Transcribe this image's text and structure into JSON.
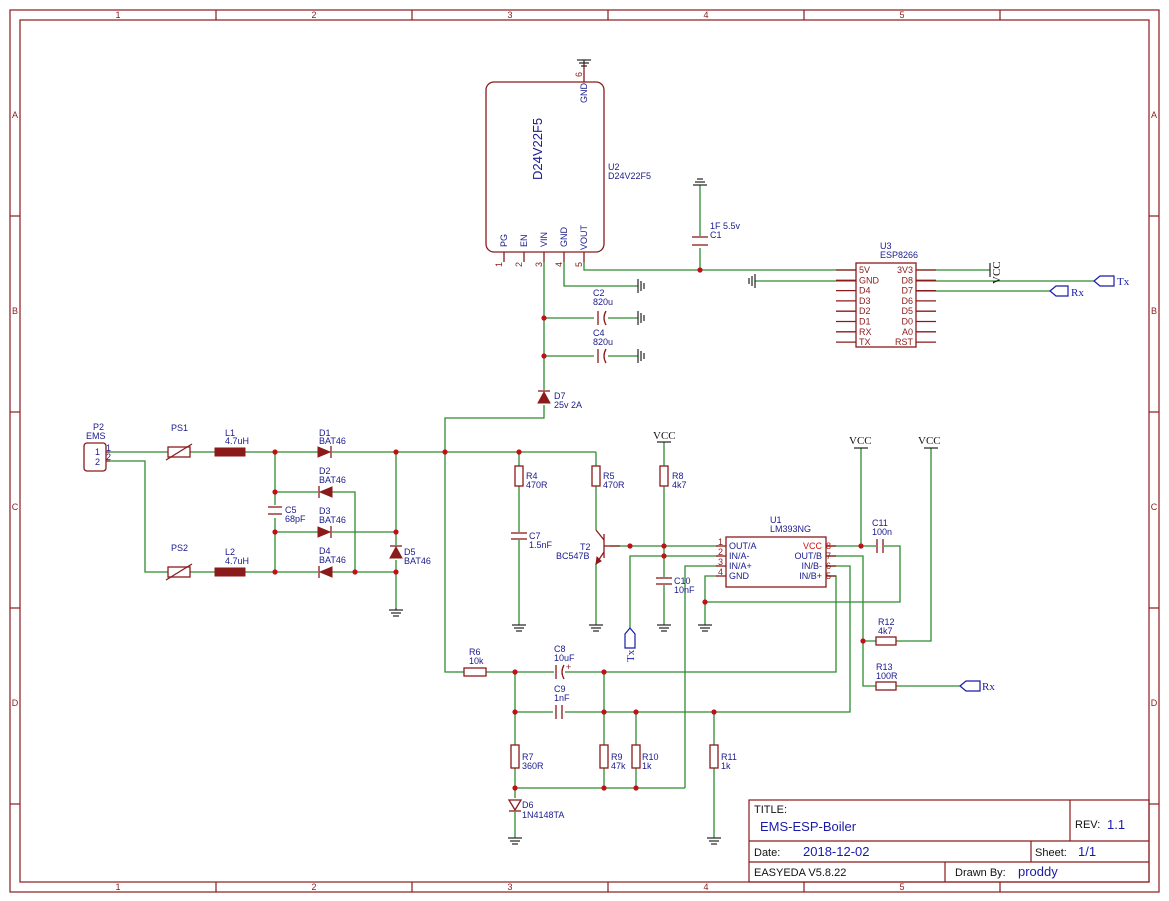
{
  "border": {
    "columns": [
      "1",
      "2",
      "3",
      "4",
      "5"
    ],
    "rows": [
      "A",
      "B",
      "C",
      "D"
    ]
  },
  "title_block": {
    "title_label": "TITLE:",
    "title": "EMS-ESP-Boiler",
    "rev_label": "REV:",
    "rev": "1.1",
    "date_label": "Date:",
    "date": "2018-12-02",
    "sheet_label": "Sheet:",
    "sheet": "1/1",
    "tool": "EASYEDA V5.8.22",
    "drawn_label": "Drawn By:",
    "drawn_by": "proddy"
  },
  "components": {
    "p2": {
      "ref": "P2",
      "value": "EMS",
      "pin1": "1",
      "pin2": "2"
    },
    "ps1": {
      "ref": "PS1"
    },
    "ps2": {
      "ref": "PS2"
    },
    "l1": {
      "ref": "L1",
      "value": "4.7uH"
    },
    "l2": {
      "ref": "L2",
      "value": "4.7uH"
    },
    "d1": {
      "ref": "D1",
      "value": "BAT46"
    },
    "d2": {
      "ref": "D2",
      "value": "BAT46"
    },
    "d3": {
      "ref": "D3",
      "value": "BAT46"
    },
    "d4": {
      "ref": "D4",
      "value": "BAT46"
    },
    "d5": {
      "ref": "D5",
      "value": "BAT46"
    },
    "c5": {
      "ref": "C5",
      "value": "68pF"
    },
    "d7": {
      "ref": "D7",
      "value": "25v 2A"
    },
    "c2": {
      "ref": "C2",
      "value": "820u"
    },
    "c4": {
      "ref": "C4",
      "value": "820u"
    },
    "c1": {
      "ref": "C1",
      "value": "1F 5.5v"
    },
    "u2": {
      "ref": "U2",
      "value": "D24V22F5",
      "body": "D24V22F5",
      "pins": [
        {
          "num": "1",
          "name": "PG"
        },
        {
          "num": "2",
          "name": "EN"
        },
        {
          "num": "3",
          "name": "VIN"
        },
        {
          "num": "4",
          "name": "GND"
        },
        {
          "num": "5",
          "name": "VOUT"
        }
      ],
      "top_pin": {
        "num": "6",
        "name": "GND"
      }
    },
    "u3": {
      "ref": "U3",
      "value": "ESP8266",
      "left": [
        "5V",
        "GND",
        "D4",
        "D3",
        "D2",
        "D1",
        "RX",
        "TX"
      ],
      "right": [
        "3V3",
        "D8",
        "D7",
        "D6",
        "D5",
        "D0",
        "A0",
        "RST"
      ]
    },
    "r4": {
      "ref": "R4",
      "value": "470R"
    },
    "r5": {
      "ref": "R5",
      "value": "470R"
    },
    "r8": {
      "ref": "R8",
      "value": "4k7"
    },
    "c7": {
      "ref": "C7",
      "value": "1.5nF"
    },
    "t2": {
      "ref": "T2",
      "value": "BC547B"
    },
    "c10": {
      "ref": "C10",
      "value": "10nF"
    },
    "u1": {
      "ref": "U1",
      "value": "LM393NG",
      "left": [
        {
          "num": "1",
          "name": "OUT/A"
        },
        {
          "num": "2",
          "name": "IN/A-"
        },
        {
          "num": "3",
          "name": "IN/A+"
        },
        {
          "num": "4",
          "name": "GND"
        }
      ],
      "right": [
        {
          "num": "8",
          "name": "VCC"
        },
        {
          "num": "7",
          "name": "OUT/B"
        },
        {
          "num": "6",
          "name": "IN/B-"
        },
        {
          "num": "5",
          "name": "IN/B+"
        }
      ]
    },
    "c11": {
      "ref": "C11",
      "value": "100n"
    },
    "r12": {
      "ref": "R12",
      "value": "4k7"
    },
    "r13": {
      "ref": "R13",
      "value": "100R"
    },
    "r6": {
      "ref": "R6",
      "value": "10k"
    },
    "c8": {
      "ref": "C8",
      "value": "10uF"
    },
    "c9": {
      "ref": "C9",
      "value": "1nF"
    },
    "r7": {
      "ref": "R7",
      "value": "360R"
    },
    "r9": {
      "ref": "R9",
      "value": "47k"
    },
    "r10": {
      "ref": "R10",
      "value": "1k"
    },
    "r11": {
      "ref": "R11",
      "value": "1k"
    },
    "d6": {
      "ref": "D6",
      "value": "1N4148TA"
    }
  },
  "nets": {
    "vcc": "VCC",
    "tx": "Tx",
    "rx": "Rx"
  }
}
